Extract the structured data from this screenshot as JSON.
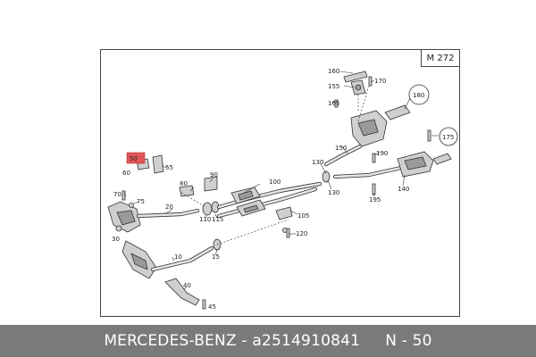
{
  "diagram": {
    "model_code": "M 272",
    "highlight_color": "#e05555",
    "callouts": {
      "c10": "10",
      "c15": "15",
      "c20": "20",
      "c30": "30",
      "c40": "40",
      "c45": "45",
      "c50": "50",
      "c55": "55",
      "c60": "60",
      "c70": "70",
      "c75": "75",
      "c80": "80",
      "c90": "90",
      "c100": "100",
      "c105": "105",
      "c110": "110",
      "c115": "115",
      "c120": "120",
      "c130a": "130",
      "c130b": "130",
      "c140": "140",
      "c150": "150",
      "c155": "155",
      "c160": "160",
      "c165": "165",
      "c170": "170",
      "c175": "175",
      "c180": "180",
      "c190": "190",
      "c195": "195"
    }
  },
  "footer": {
    "brand": "MERCEDES-BENZ",
    "separator1": " - ",
    "part_number": "a2514910841",
    "gap": "     ",
    "position": "N - 50"
  }
}
